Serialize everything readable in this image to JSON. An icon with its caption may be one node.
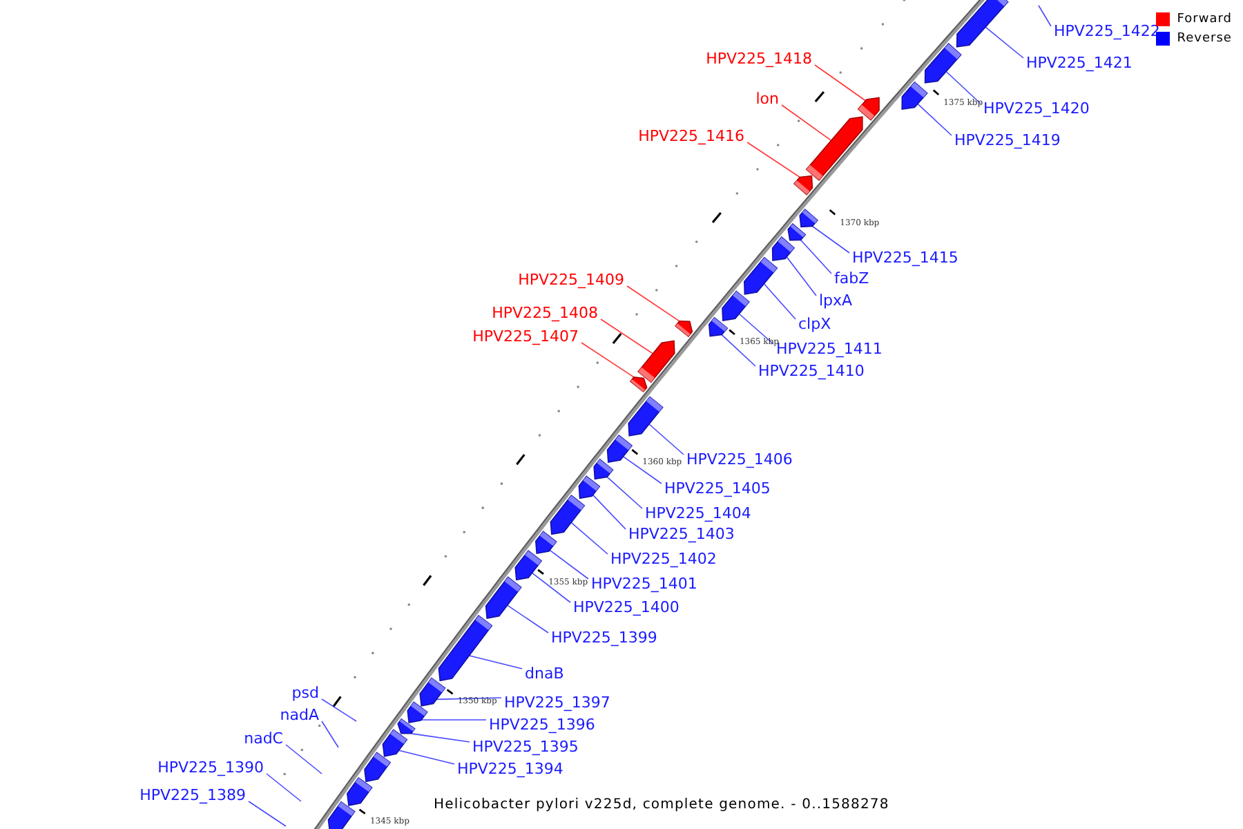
{
  "diagram": {
    "caption": "Helicobacter pylori v225d, complete genome. - 0..1588278",
    "nodes": [
      {
        "text": [
          "HPV225_1422"
        ]
      },
      {
        "text": [
          "HPV225_1418"
        ]
      },
      {
        "text": [],
        "shape": "bar"
      },
      {
        "text": [
          "HPV225_1421"
        ]
      },
      {
        "text": [],
        "shape": "bar"
      },
      {
        "text": [
          "lon"
        ]
      },
      {
        "text": [],
        "shape": "bar"
      },
      {
        "text": [
          "HPV225_1420"
        ]
      },
      {
        "text": [],
        "shape": "bar"
      },
      {
        "text": [
          "HPV225_1416"
        ]
      },
      {
        "text": [],
        "shape": "bar"
      },
      {
        "text": [
          "HPV225_1419"
        ]
      },
      {
        "text": [],
        "shape": "bar"
      },
      {
        "text": [
          "HPV225_1415"
        ]
      },
      {
        "text": [],
        "shape": "bar"
      },
      {
        "text": [
          "fabZ"
        ]
      },
      {
        "text": [],
        "shape": "bar"
      },
      {
        "text": [
          "HPV225_1409"
        ]
      },
      {
        "text": [],
        "shape": "bar"
      },
      {
        "text": [
          "lpxA"
        ]
      },
      {
        "text": [],
        "shape": "bar"
      },
      {
        "text": [
          "HPV225_1408"
        ]
      },
      {
        "text": [],
        "shape": "bar"
      },
      {
        "text": [
          "clpX"
        ]
      },
      {
        "text": [],
        "shape": "bar"
      },
      {
        "text": [
          "HPV225_1407"
        ]
      },
      {
        "text": [],
        "shape": "bar"
      },
      {
        "text": [
          "HPV225_1411"
        ]
      },
      {
        "text": [],
        "shape": "bar"
      },
      {
        "text": [
          "HPV225_1410"
        ]
      },
      {
        "text": [],
        "shape": "bar"
      },
      {
        "text": [
          "HPV225_1406"
        ]
      },
      {
        "text": [],
        "shape": "bar"
      },
      {
        "text": [
          "HPV225_1405"
        ]
      },
      {
        "text": [],
        "shape": "bar"
      },
      {
        "text": [
          "HPV225_1404"
        ]
      },
      {
        "text": [],
        "shape": "bar"
      },
      {
        "text": [
          "HPV225_1403"
        ]
      },
      {
        "text": [],
        "shape": "bar"
      },
      {
        "text": [
          "HPV225_1402"
        ]
      },
      {
        "text": [],
        "shape": "bar"
      },
      {
        "text": [
          "HPV225_1401"
        ]
      },
      {
        "text": [],
        "shape": "bar"
      },
      {
        "text": [
          "HPV225_1400"
        ]
      },
      {
        "text": [],
        "shape": "bar"
      },
      {
        "text": [
          "HPV225_1399"
        ]
      },
      {
        "text": [],
        "shape": "bar"
      },
      {
        "text": [
          "dnaB"
        ]
      },
      {
        "text": [],
        "shape": "bar"
      },
      {
        "text": [
          "psd"
        ]
      },
      {
        "text": [],
        "shape": "bar"
      },
      {
        "text": [
          "HPV225_1397"
        ]
      },
      {
        "text": [],
        "shape": "bar"
      },
      {
        "text": [
          "nadA"
        ]
      },
      {
        "text": [],
        "shape": "bar"
      },
      {
        "text": [
          "HPV225_1396"
        ]
      },
      {
        "text": [],
        "shape": "bar"
      },
      {
        "text": [
          "nadC"
        ]
      },
      {
        "text": [],
        "shape": "bar"
      },
      {
        "text": [
          "HPV225_1395"
        ]
      },
      {
        "text": [],
        "shape": "bar"
      },
      {
        "text": [
          "HPV225_1390"
        ]
      },
      {
        "text": [
          "HPV225_1394"
        ]
      },
      {
        "text": [],
        "shape": "bar"
      },
      {
        "text": [
          "HPV225_1389"
        ]
      }
    ],
    "edges": [
      {
        "from": 0,
        "to": null,
        "arrow": "none"
      },
      {
        "from": 1,
        "to": 2,
        "arrow": "none",
        "color": "#ff0000"
      },
      {
        "from": 3,
        "to": 4,
        "arrow": "none"
      },
      {
        "from": 5,
        "to": 6,
        "arrow": "none",
        "color": "#ff0000"
      },
      {
        "from": 7,
        "to": 8,
        "arrow": "none"
      },
      {
        "from": 9,
        "to": 10,
        "arrow": "none",
        "color": "#ff0000"
      },
      {
        "from": 11,
        "to": 12,
        "arrow": "none"
      },
      {
        "from": 13,
        "to": 14,
        "arrow": "none"
      },
      {
        "from": 15,
        "to": 16,
        "arrow": "none"
      },
      {
        "from": 17,
        "to": 18,
        "arrow": "none",
        "color": "#ff0000"
      },
      {
        "from": 19,
        "to": 20,
        "arrow": "none"
      },
      {
        "from": 21,
        "to": 22,
        "arrow": "none",
        "color": "#ff0000"
      },
      {
        "from": 23,
        "to": 24,
        "arrow": "none"
      },
      {
        "from": 25,
        "to": 26,
        "arrow": "none",
        "color": "#ff0000"
      },
      {
        "from": 27,
        "to": 28,
        "arrow": "none"
      },
      {
        "from": 29,
        "to": 30,
        "arrow": "none"
      },
      {
        "from": 31,
        "to": 32,
        "arrow": "none"
      },
      {
        "from": 33,
        "to": 34,
        "arrow": "none"
      },
      {
        "from": 35,
        "to": 36,
        "arrow": "none"
      },
      {
        "from": 37,
        "to": 38,
        "arrow": "none"
      },
      {
        "from": 39,
        "to": 40,
        "arrow": "none"
      },
      {
        "from": 41,
        "to": 42,
        "arrow": "none"
      },
      {
        "from": 43,
        "to": 44,
        "arrow": "none"
      },
      {
        "from": 45,
        "to": 46,
        "arrow": "none"
      },
      {
        "from": 47,
        "to": 48,
        "arrow": "none"
      },
      {
        "from": 49,
        "to": null,
        "arrow": "none"
      },
      {
        "from": 51,
        "to": 52,
        "arrow": "none"
      },
      {
        "from": 53,
        "to": null,
        "arrow": "none"
      },
      {
        "from": 55,
        "to": 56,
        "arrow": "none"
      },
      {
        "from": 57,
        "to": null,
        "arrow": "none"
      },
      {
        "from": 59,
        "to": 60,
        "arrow": "none"
      },
      {
        "from": 61,
        "to": null,
        "arrow": "none"
      },
      {
        "from": 62,
        "to": 63,
        "arrow": "none"
      },
      {
        "from": 64,
        "to": null,
        "arrow": "none"
      }
    ],
    "labels": [
      "1375 kbp",
      "1370 kbp",
      "1365 kbp",
      "1360 kbp",
      "1355 kbp",
      "1350 kbp",
      "1345 kbp"
    ],
    "legend": [
      {
        "text": "Forward",
        "color": "#ff0000"
      },
      {
        "text": "Reverse",
        "color": "#0000ff"
      }
    ]
  }
}
